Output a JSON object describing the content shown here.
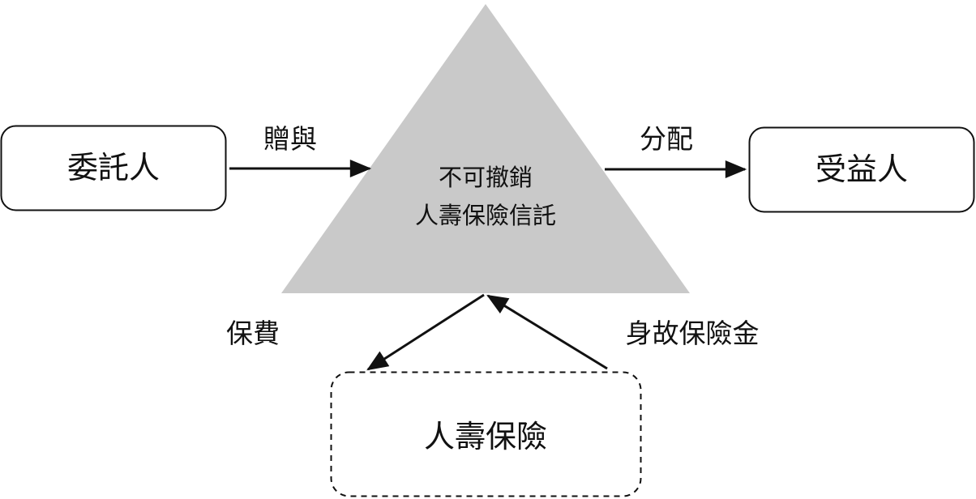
{
  "nodes": {
    "settlor": "委託人",
    "beneficiary": "受益人",
    "insurance": "人壽保險"
  },
  "center": {
    "line1": "不可撤銷",
    "line2": "人壽保險信託"
  },
  "edges": {
    "gift": "贈與",
    "distribution": "分配",
    "premium": "保費",
    "death_benefit": "身故保險金"
  },
  "colors": {
    "triangle_fill": "#c9c9c9",
    "stroke": "#111111",
    "background": "#ffffff"
  }
}
